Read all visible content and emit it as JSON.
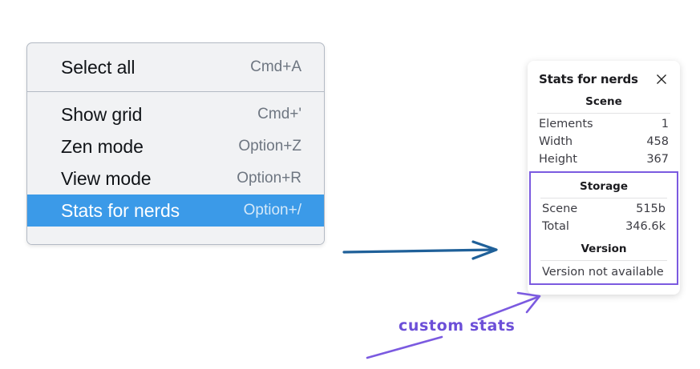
{
  "context_menu": {
    "name": "canvas-context-menu",
    "groups": [
      {
        "items": [
          {
            "label": "Select all",
            "shortcut": "Cmd+A",
            "selected": false
          }
        ]
      },
      {
        "items": [
          {
            "label": "Show grid",
            "shortcut": "Cmd+'",
            "selected": false
          },
          {
            "label": "Zen mode",
            "shortcut": "Option+Z",
            "selected": false
          },
          {
            "label": "View mode",
            "shortcut": "Option+R",
            "selected": false
          },
          {
            "label": "Stats for nerds",
            "shortcut": "Option+/",
            "selected": true
          }
        ]
      }
    ],
    "selected_item": "Stats for nerds",
    "highlight_color": "#3b9ae8",
    "background_color": "#f1f2f4",
    "border_color": "#b3bac4"
  },
  "stats_panel": {
    "title": "Stats for nerds",
    "close_icon": "close-icon",
    "sections": [
      {
        "name": "scene",
        "heading": "Scene",
        "rows": [
          {
            "key": "Elements",
            "value": "1"
          },
          {
            "key": "Width",
            "value": "458"
          },
          {
            "key": "Height",
            "value": "367"
          }
        ]
      },
      {
        "name": "storage",
        "heading": "Storage",
        "rows": [
          {
            "key": "Scene",
            "value": "515b"
          },
          {
            "key": "Total",
            "value": "346.6k"
          }
        ]
      },
      {
        "name": "version",
        "heading": "Version",
        "single_value": "Version not available"
      }
    ],
    "highlighted_region": {
      "label": "custom stats",
      "covers": [
        "Storage",
        "Version"
      ],
      "border_color": "#7b5ae0"
    }
  },
  "annotations": {
    "flow_arrow": {
      "name": "menu-to-panel-arrow",
      "color": "#1f6099",
      "direction": "right"
    },
    "callout": {
      "text": "custom stats",
      "color": "#6c4fd8",
      "pointer_color": "#7b5ae0"
    }
  }
}
